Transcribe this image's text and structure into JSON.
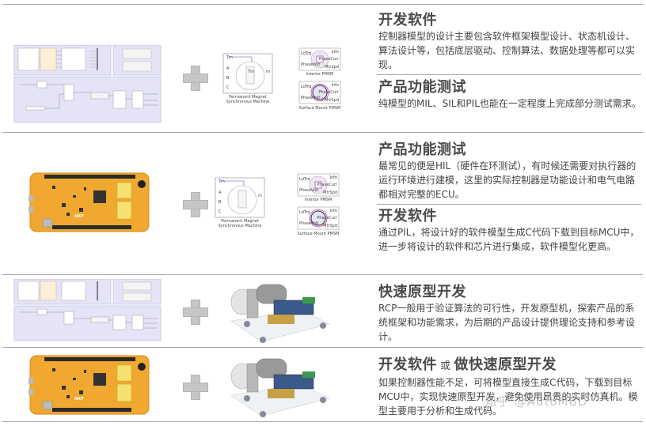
{
  "rows": [
    {
      "left_image": "simulink-controller-model",
      "plant_image": "simulink-pmsm-blocks",
      "sections": [
        {
          "title": "开发软件",
          "body": "控制器模型的设计主要包含软件框架模型设计、状态机设计、算法设计等，包括底层驱动、控制算法、数据处理等都可以实现。"
        },
        {
          "title": "产品功能测试",
          "body": "纯模型的MIL、SIL和PIL也能在一定程度上完成部分测试需求。"
        }
      ]
    },
    {
      "left_image": "nxp-evaluation-board",
      "plant_image": "simulink-pmsm-blocks",
      "sections": [
        {
          "title": "产品功能测试",
          "body": "最常见的便是HIL（硬件在环测试），有时候还需要对执行器的运行环境进行建模，这里的实际控制器是功能设计和电气电路都相对完整的ECU。"
        },
        {
          "title": "开发软件",
          "body": "通过PIL，将设计好的软件模型生成C代码下载到目标MCU中，进一步将设计的软件和芯片进行集成，软件模型化更高。"
        }
      ]
    },
    {
      "left_image": "simulink-controller-model",
      "plant_image": "motor-hardware-testbench",
      "sections": [
        {
          "title": "快速原型开发",
          "body": "RCP一般用于验证算法的可行性，开发原型机，探索产品的系统框架和功能需求，为后期的产品设计提供理论支持和参考设计。"
        }
      ]
    },
    {
      "left_image": "nxp-evaluation-board",
      "plant_image": "motor-hardware-testbench",
      "sections": [
        {
          "title_part1": "开发软件",
          "title_or": "或",
          "title_part2": "做快速原型开发",
          "body": "如果控制器性能不足，可将模型直接生成C代码，下载到目标MCU中，实现快速原型开发，避免使用昂贵的实时仿真机。模型主要用于分析和生成代码。"
        }
      ]
    }
  ],
  "plant_blocks": {
    "pmsm_label_1": "Permanent Magnet",
    "pmsm_label_2": "Synchronous Machine",
    "interior_label": "Interior PMSM",
    "surface_label": "Surface Mount PMSM",
    "ports_in": [
      "LdTrq",
      "PhaseVolt"
    ],
    "ports_out": [
      "Info",
      "PhaseCurr",
      "MtrSpd"
    ],
    "pmsm_ports": [
      "Tm",
      "A",
      "B",
      "C",
      "m"
    ],
    "board_brand": "NXP"
  },
  "watermark": "知乎 @AutoMBD",
  "icons": {
    "plus": "plus-icon"
  },
  "colors": {
    "heading": "#4a4a4a",
    "body": "#444444",
    "separator": "#a8a8a8",
    "board_orange": "#f0a830",
    "simulink_area": "#e8e8f8"
  }
}
